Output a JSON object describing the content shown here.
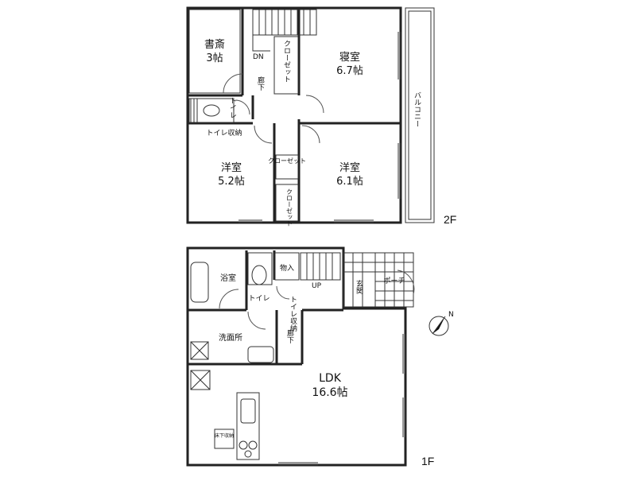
{
  "floors": {
    "second": {
      "label": "2F",
      "rooms": {
        "study": {
          "name": "書斎",
          "size": "3帖"
        },
        "bedroom": {
          "name": "寝室",
          "size": "6.7帖"
        },
        "western_a": {
          "name": "洋室",
          "size": "5.2帖"
        },
        "western_b": {
          "name": "洋室",
          "size": "6.1帖"
        },
        "closet_a": "クローゼット",
        "closet_b": "クローゼット",
        "closet_c": "クローゼット",
        "toilet": "トイレ",
        "toilet_storage": "トイレ収納",
        "hallway": "廊下",
        "stairs_down": "DN",
        "balcony": "バルコニー"
      }
    },
    "first": {
      "label": "1F",
      "rooms": {
        "ldk": {
          "name": "LDK",
          "size": "16.6帖"
        },
        "bathroom": "浴室",
        "toilet": "トイレ",
        "storage": "物入",
        "toilet_storage": "トイレ収納",
        "washroom": "洗面所",
        "hallway": "廊下",
        "entrance": "玄関",
        "porch": "ポーチ",
        "stairs_up": "UP",
        "underfloor_storage": "床下収納"
      }
    }
  },
  "compass": {
    "direction": "N",
    "icon": "north-arrow-icon"
  }
}
